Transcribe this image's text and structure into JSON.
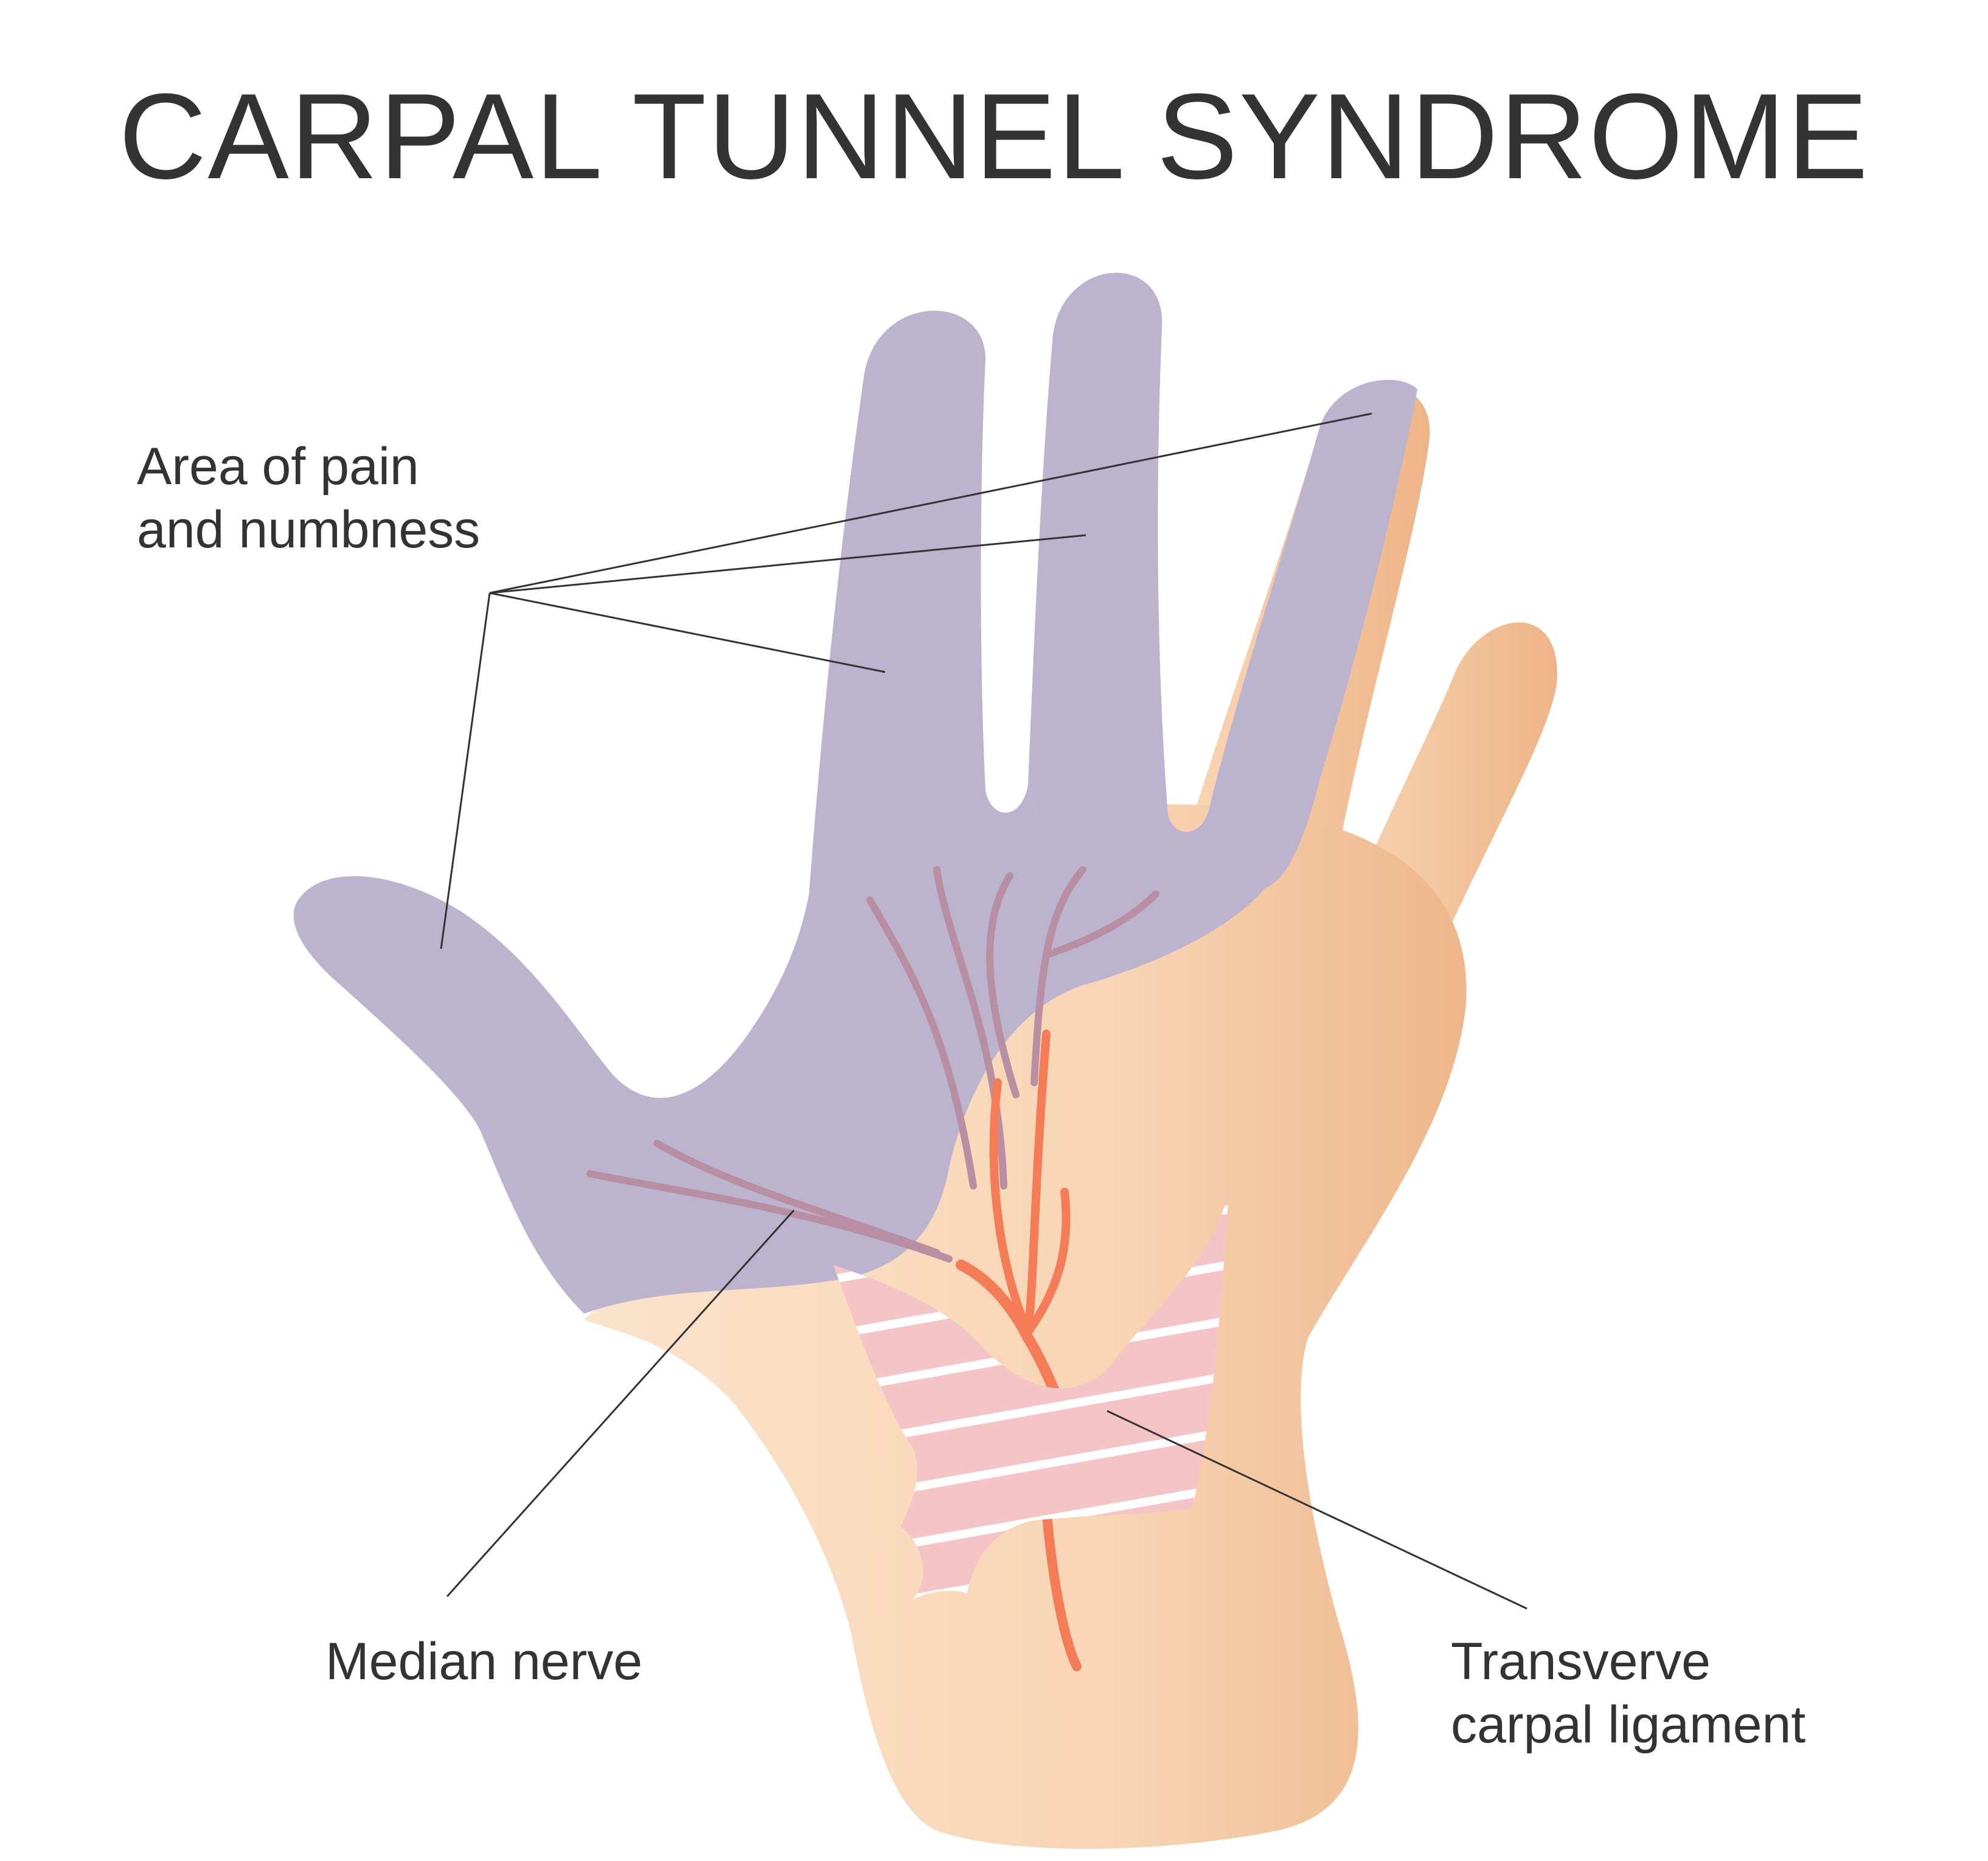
{
  "title": "CARPAL TUNNEL SYNDROME",
  "labels": {
    "pain": {
      "line1": "Area of pain",
      "line2": "and numbness"
    },
    "median": {
      "line1": "Median nerve"
    },
    "ligament": {
      "line1": "Transverve",
      "line2": "carpal ligament"
    }
  },
  "colors": {
    "skin": "#f9d7b6",
    "skin_shadow": "#efb98f",
    "numb_area": "#bcb4cf",
    "nerve": "#f47c56",
    "ligament": "#f5c4c6",
    "text": "#333333"
  }
}
